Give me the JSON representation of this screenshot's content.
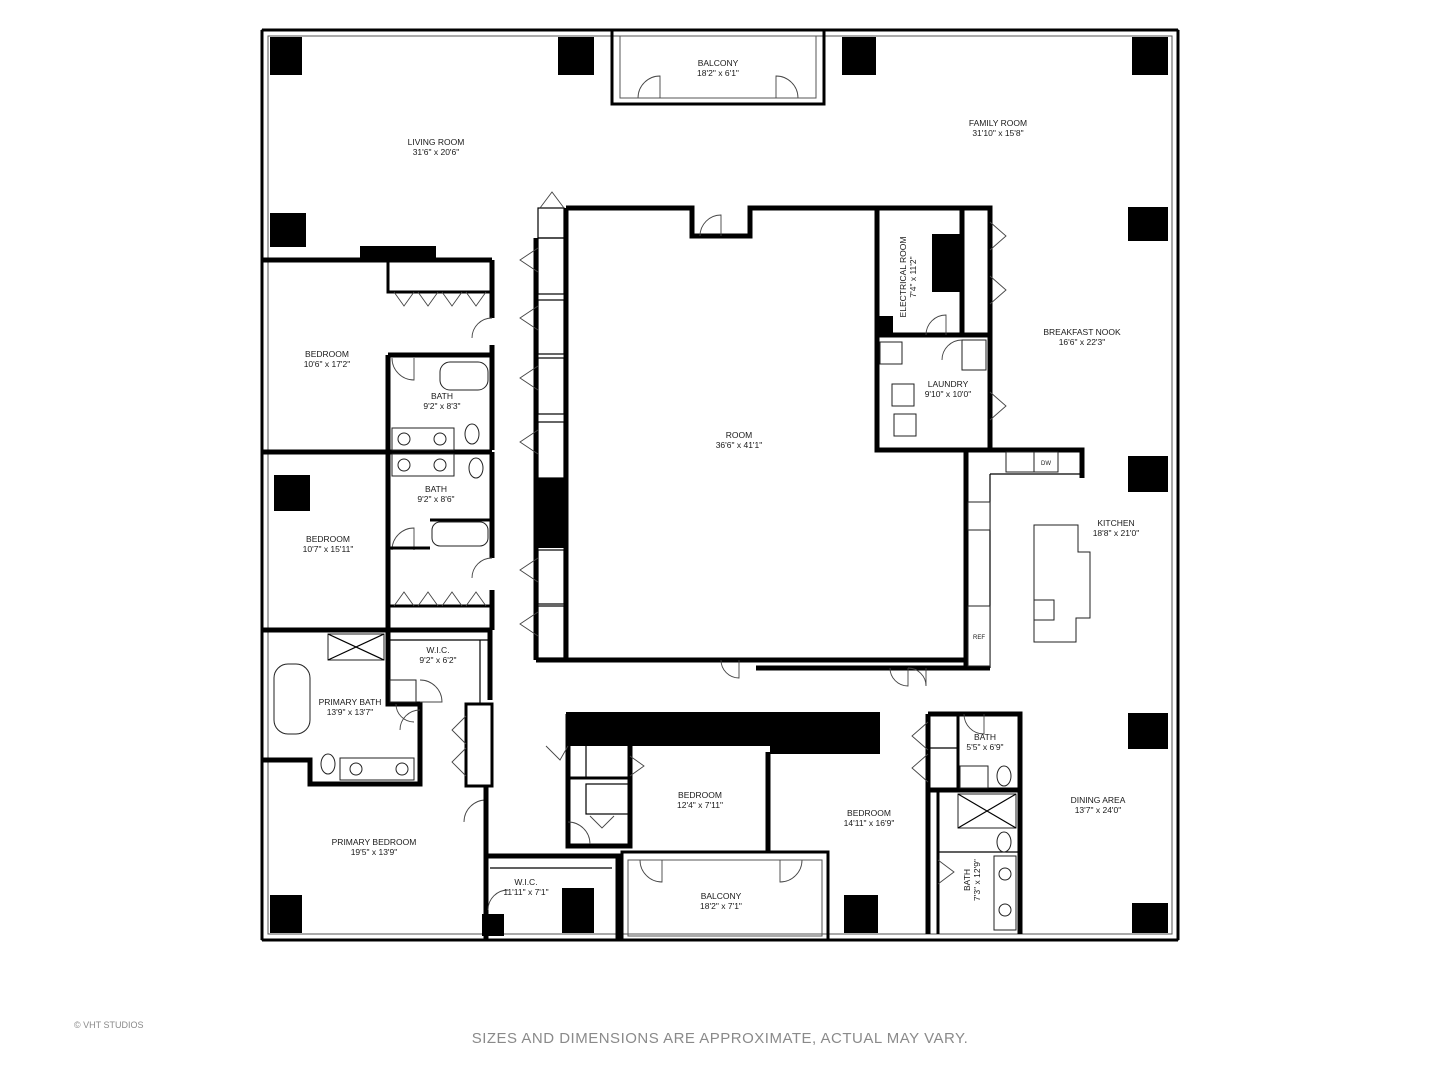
{
  "rooms": {
    "balcony_top": {
      "name": "BALCONY",
      "dim": "18'2\" x 6'1\""
    },
    "family_room": {
      "name": "FAMILY ROOM",
      "dim": "31'10\" x 15'8\""
    },
    "living_room": {
      "name": "LIVING ROOM",
      "dim": "31'6\" x 20'6\""
    },
    "electrical_room": {
      "name": "ELECTRICAL ROOM",
      "dim": "7'4\" x 11'2\""
    },
    "breakfast_nook": {
      "name": "BREAKFAST NOOK",
      "dim": "16'6\" x 22'3\""
    },
    "bedroom_1": {
      "name": "BEDROOM",
      "dim": "10'6\" x 17'2\""
    },
    "bath_1": {
      "name": "BATH",
      "dim": "9'2\" x 8'3\""
    },
    "laundry": {
      "name": "LAUNDRY",
      "dim": "9'10\" x 10'0\""
    },
    "room": {
      "name": "ROOM",
      "dim": "36'6\" x 41'1\""
    },
    "bath_2": {
      "name": "BATH",
      "dim": "9'2\" x 8'6\""
    },
    "kitchen": {
      "name": "KITCHEN",
      "dim": "18'8\" x 21'0\""
    },
    "bedroom_2": {
      "name": "BEDROOM",
      "dim": "10'7\" x 15'11\""
    },
    "wic_1": {
      "name": "W.I.C.",
      "dim": "9'2\" x 6'2\""
    },
    "primary_bath": {
      "name": "PRIMARY BATH",
      "dim": "13'9\" x 13'7\""
    },
    "bath_3": {
      "name": "BATH",
      "dim": "5'5\" x 6'9\""
    },
    "bedroom_3": {
      "name": "BEDROOM",
      "dim": "12'4\" x 7'11\""
    },
    "bedroom_4": {
      "name": "BEDROOM",
      "dim": "14'11\" x 16'9\""
    },
    "dining_area": {
      "name": "DINING AREA",
      "dim": "13'7\" x 24'0\""
    },
    "primary_bedroom": {
      "name": "PRIMARY BEDROOM",
      "dim": "19'5\" x 13'9\""
    },
    "wic_2": {
      "name": "W.I.C.",
      "dim": "11'11\" x 7'1\""
    },
    "balcony_bottom": {
      "name": "BALCONY",
      "dim": "18'2\" x 7'1\""
    },
    "bath_4": {
      "name": "BATH",
      "dim": "7'3\" x 12'9\""
    }
  },
  "appliances": {
    "dishwasher": "DW",
    "refrigerator": "REF"
  },
  "footer": {
    "disclaimer": "SIZES AND DIMENSIONS ARE APPROXIMATE, ACTUAL MAY VARY.",
    "copyright": "© VHT STUDIOS"
  }
}
